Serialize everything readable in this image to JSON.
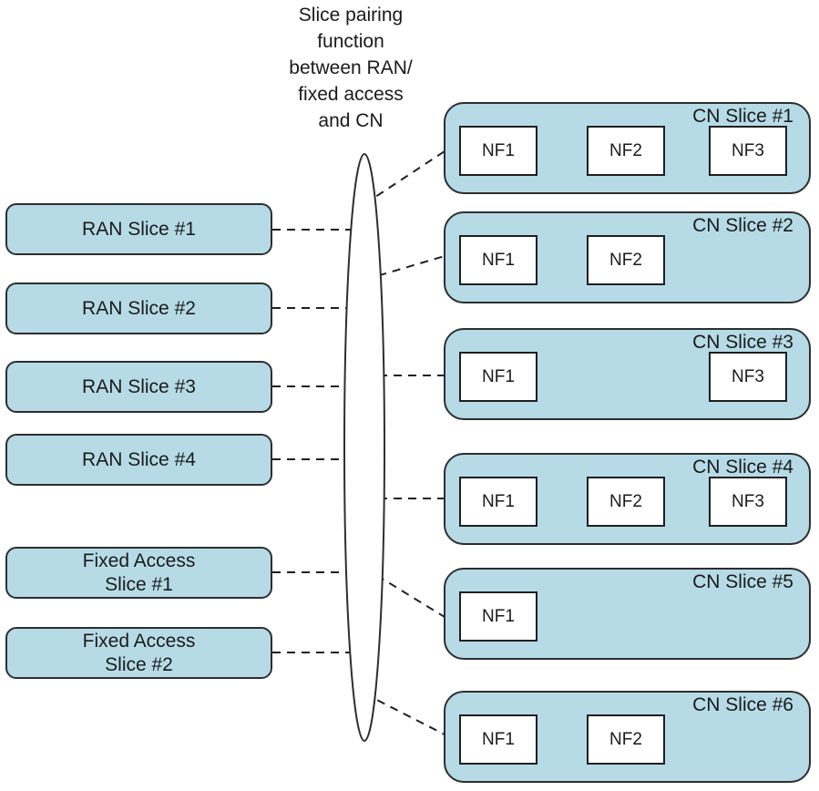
{
  "pairing_title": {
    "lines": [
      "Slice pairing",
      "function",
      "between RAN/",
      "fixed access",
      "and CN"
    ]
  },
  "access_slices": [
    {
      "lines": [
        "RAN Slice #1"
      ]
    },
    {
      "lines": [
        "RAN Slice #2"
      ]
    },
    {
      "lines": [
        "RAN Slice #3"
      ]
    },
    {
      "lines": [
        "RAN Slice #4"
      ]
    },
    {
      "lines": [
        "Fixed Access",
        "Slice #1"
      ]
    },
    {
      "lines": [
        "Fixed Access",
        "Slice #2"
      ]
    }
  ],
  "cn_slices": [
    {
      "label": "CN Slice #1",
      "nfs": [
        "NF1",
        "NF2",
        "NF3"
      ]
    },
    {
      "label": "CN Slice #2",
      "nfs": [
        "NF1",
        "NF2"
      ]
    },
    {
      "label": "CN Slice #3",
      "nfs": [
        "NF1",
        "NF3"
      ]
    },
    {
      "label": "CN Slice #4",
      "nfs": [
        "NF1",
        "NF2",
        "NF3"
      ]
    },
    {
      "label": "CN Slice #5",
      "nfs": [
        "NF1"
      ]
    },
    {
      "label": "CN Slice #6",
      "nfs": [
        "NF1",
        "NF2"
      ]
    }
  ],
  "colors": {
    "slice_fill": "#b6dbe6",
    "slice_border": "#2e2e2e",
    "nf_fill": "#ffffff",
    "nf_border": "#1f1f1f",
    "connector": "#1f1f1f",
    "ellipse_fill": "#ffffff"
  }
}
